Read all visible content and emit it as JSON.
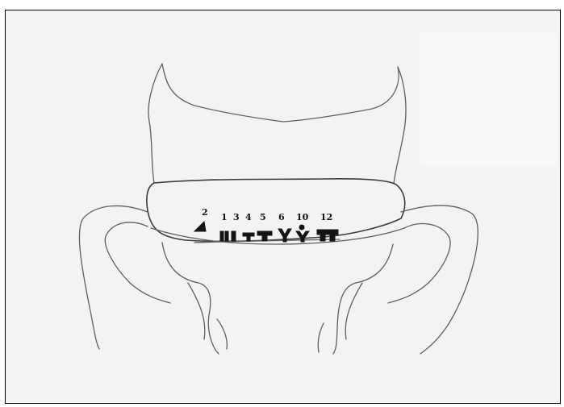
{
  "figure": {
    "numbers": [
      {
        "id": "2",
        "label": "2"
      },
      {
        "id": "1",
        "label": "1"
      },
      {
        "id": "3",
        "label": "3"
      },
      {
        "id": "4",
        "label": "4"
      },
      {
        "id": "5",
        "label": "5"
      },
      {
        "id": "6",
        "label": "6"
      },
      {
        "id": "10",
        "label": "10"
      },
      {
        "id": "12",
        "label": "12"
      }
    ]
  }
}
